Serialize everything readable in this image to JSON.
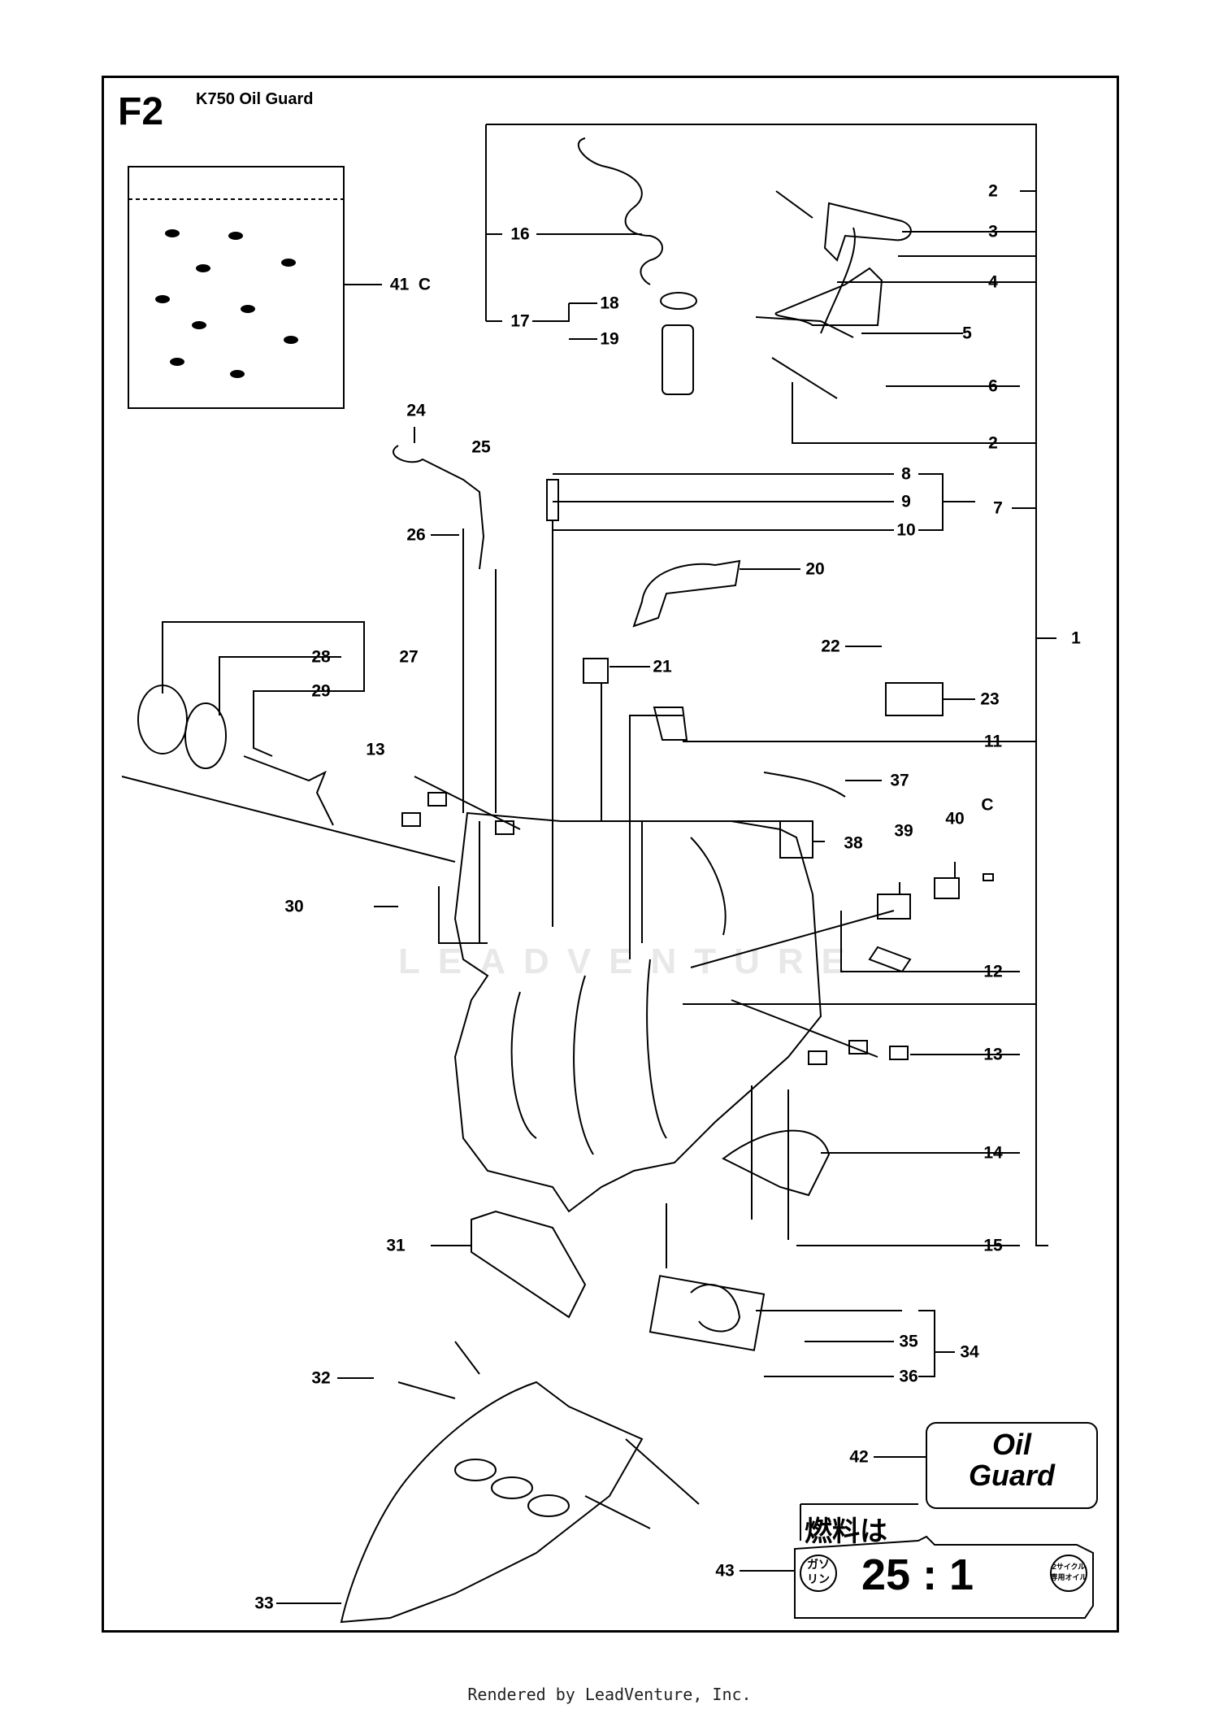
{
  "page": {
    "code": "F2",
    "title": "K750 Oil Guard",
    "footer": "Rendered by LeadVenture, Inc.",
    "watermark": "LEADVENTURE"
  },
  "callouts": [
    {
      "label": "1"
    },
    {
      "label": "2"
    },
    {
      "label": "2"
    },
    {
      "label": "3"
    },
    {
      "label": "4"
    },
    {
      "label": "5"
    },
    {
      "label": "6"
    },
    {
      "label": "7"
    },
    {
      "label": "8"
    },
    {
      "label": "9"
    },
    {
      "label": "10"
    },
    {
      "label": "11"
    },
    {
      "label": "12"
    },
    {
      "label": "13"
    },
    {
      "label": "13"
    },
    {
      "label": "14"
    },
    {
      "label": "15"
    },
    {
      "label": "16"
    },
    {
      "label": "17"
    },
    {
      "label": "18"
    },
    {
      "label": "19"
    },
    {
      "label": "20"
    },
    {
      "label": "21"
    },
    {
      "label": "22"
    },
    {
      "label": "23"
    },
    {
      "label": "24"
    },
    {
      "label": "25"
    },
    {
      "label": "26"
    },
    {
      "label": "27"
    },
    {
      "label": "28"
    },
    {
      "label": "29"
    },
    {
      "label": "30"
    },
    {
      "label": "31"
    },
    {
      "label": "32"
    },
    {
      "label": "33"
    },
    {
      "label": "34"
    },
    {
      "label": "35"
    },
    {
      "label": "36"
    },
    {
      "label": "37"
    },
    {
      "label": "38"
    },
    {
      "label": "39"
    },
    {
      "label": "40"
    },
    {
      "label": "C"
    },
    {
      "label": "41  C"
    },
    {
      "label": "42"
    },
    {
      "label": "43"
    }
  ],
  "decals": {
    "oil_guard": {
      "line1": "Oil",
      "line2": "Guard"
    },
    "fuel": {
      "header": "燃料は",
      "left_badge_top": "ガソ",
      "left_badge_bottom": "リン",
      "ratio": "25 : 1",
      "right_badge_top": "2サイクル",
      "right_badge_bottom": "専用オイル"
    }
  }
}
